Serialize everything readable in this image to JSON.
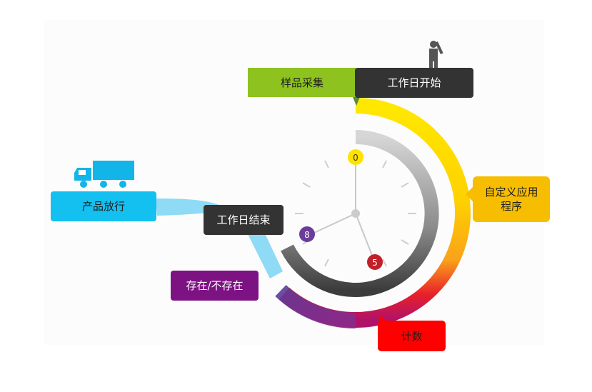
{
  "labels": {
    "sample_collection": "样品采集",
    "workday_start": "工作日开始",
    "custom_program": "自定义应用\n程序",
    "product_release": "产品放行",
    "workday_end": "工作日结束",
    "exist_not_exist": "存在/不存在",
    "count": "计数"
  },
  "clock": {
    "marker_top": "0",
    "marker_bottom": "5",
    "marker_left": "8"
  },
  "icons": [
    "person-waving-icon",
    "truck-icon"
  ],
  "colors": {
    "green": "#8dc21f",
    "dark": "#333333",
    "yellow": "#f7bd00",
    "cyan": "#13c0f0",
    "purple": "#7d1283",
    "red": "#ff0000",
    "ring_gray": "#555555"
  }
}
